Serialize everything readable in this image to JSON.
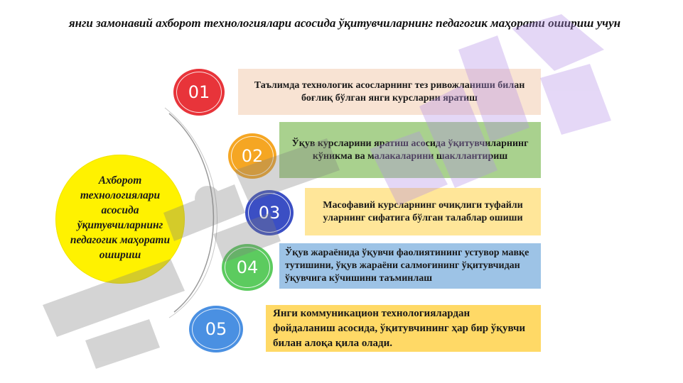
{
  "slide": {
    "title": "янги замонавий ахборот технологиялари асосида ўқитувчиларнинг педагогик маҳорати ошириш учун",
    "center_text": "Ахборот технологиялари асосида ўқитувчиларнинг педагогик маҳорати ошириш",
    "items": [
      {
        "number": "01",
        "text": "Таълимда технологик асосларнинг тез ривожланиши билан боғлиқ бўлган янги курсларни яратиш",
        "circle_color": "#e8343a",
        "box_color": "#f8e3d3"
      },
      {
        "number": "02",
        "text": "Ўқув курсларини яратиш асосида ўқитувчиларнинг кўникма ва малакаларини шакллантириш",
        "circle_color": "#f5a623",
        "box_color": "#a9d18e"
      },
      {
        "number": "03",
        "text": "Масофавий курсларнинг очиқлиги туфайли уларнинг сифатига бўлган талаблар ошиши",
        "circle_color": "#3b4fc4",
        "box_color": "#ffe699"
      },
      {
        "number": "04",
        "text": "Ўқув жараёнида ўқувчи фаолиятининг устувор мавқе тутишини, ўқув жараёни салмоғининг ўқитувчидан ўқувчига кўчишини таъминлаш",
        "circle_color": "#5ccb5f",
        "box_color": "#9dc3e6"
      },
      {
        "number": "05",
        "text": "Янги коммуникацион технологиялардан фойдаланиш асосида, ўқитувчининг ҳар бир ўқувчи билан алоқа қила олади.",
        "circle_color": "#4a90e2",
        "box_color": "#ffd966"
      }
    ],
    "center_color": "#fff200"
  }
}
